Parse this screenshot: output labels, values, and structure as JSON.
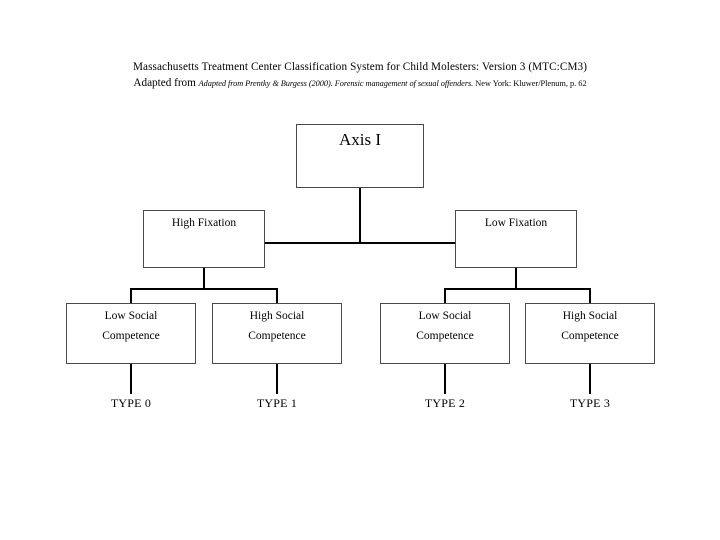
{
  "title": {
    "line1": "Massachusetts Treatment Center Classification System for Child Molesters: Version 3 (MTC:CM3)",
    "line2_prefix": "Adapted from ",
    "line2_citation_italic": "Adapted from Prentky & Burgess (2000). Forensic management of sexual offenders.",
    "line2_citation_tail": " New York: Kluwer/Plenum, p. 62"
  },
  "diagram": {
    "root": {
      "label": "Axis I"
    },
    "level2": [
      {
        "label": "High Fixation"
      },
      {
        "label": "Low Fixation"
      }
    ],
    "level3": [
      {
        "label_line1": "Low Social",
        "label_line2": "Competence"
      },
      {
        "label_line1": "High Social",
        "label_line2": "Competence"
      },
      {
        "label_line1": "Low Social",
        "label_line2": "Competence"
      },
      {
        "label_line1": "High Social",
        "label_line2": "Competence"
      }
    ],
    "types": [
      {
        "label": "TYPE 0"
      },
      {
        "label": "TYPE 1"
      },
      {
        "label": "TYPE 2"
      },
      {
        "label": "TYPE 3"
      }
    ],
    "colors": {
      "background": "#ffffff",
      "box_border": "#4a4a4a",
      "connector": "#000000",
      "text": "#000000"
    }
  }
}
